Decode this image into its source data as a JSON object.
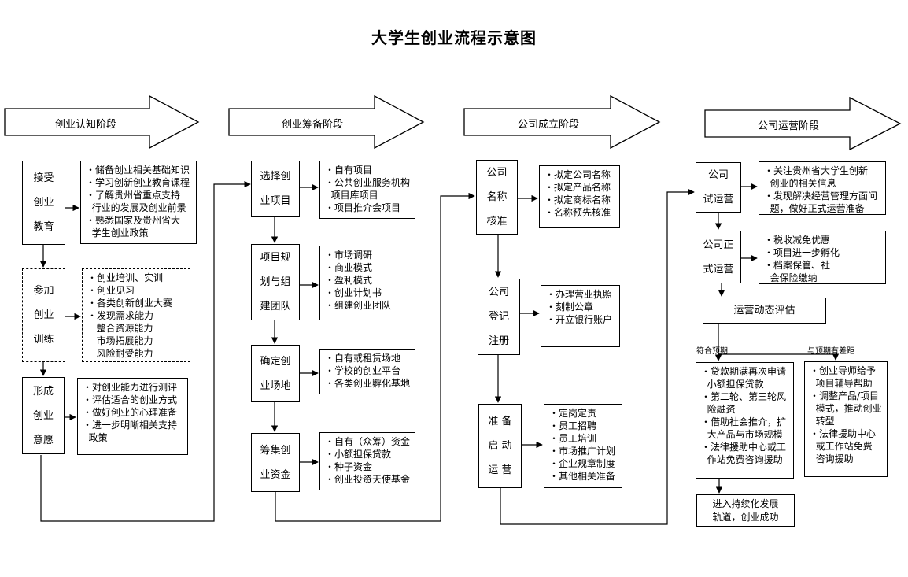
{
  "title": "大学生创业流程示意图",
  "stages": [
    {
      "label": "创业认知阶段"
    },
    {
      "label": "创业筹备阶段"
    },
    {
      "label": "公司成立阶段"
    },
    {
      "label": "公司运营阶段"
    }
  ],
  "col1": {
    "step1": {
      "label": "接受\n创业\n教育",
      "items": [
        "・储备创业相关基础知识",
        "・学习创新创业教育课程",
        "・了解贵州省重点支持",
        "  行业的发展及创业前景",
        "・熟悉国家及贵州省大",
        "  学生创业政策"
      ]
    },
    "step2": {
      "label": "参加\n创业\n训练",
      "items": [
        "・创业培训、实训",
        "・创业见习",
        "・各类创新创业大赛",
        "・发现需求能力",
        "   整合资源能力",
        "   市场拓展能力",
        "   风险耐受能力"
      ]
    },
    "step3": {
      "label": "形成\n创业\n意愿",
      "items": [
        "・对创业能力进行测评",
        "・评估适合的创业方式",
        "・做好创业的心理准备",
        "・进一步明晰相关支持",
        "  政策"
      ]
    }
  },
  "col2": {
    "step1": {
      "label": "选择创\n业项目",
      "items": [
        "・自有项目",
        "・公共创业服务机构",
        "  项目库项目",
        "・项目推介会项目"
      ]
    },
    "step2": {
      "label": "项目规\n划与组\n建团队",
      "items": [
        "・市场调研",
        "・商业模式",
        "・盈利模式",
        "・创业计划书",
        "・组建创业团队"
      ]
    },
    "step3": {
      "label": "确定创\n业场地",
      "items": [
        "・自有或租赁场地",
        "・学校的创业平台",
        "・各类创业孵化基地"
      ]
    },
    "step4": {
      "label": "筹集创\n业资金",
      "items": [
        "・自有（众筹）资金",
        "・小额担保贷款",
        "・种子资金",
        "・创业投资天使基金"
      ]
    }
  },
  "col3": {
    "step1": {
      "label": "公司\n名称\n核准",
      "items": [
        "・拟定公司名称",
        "・拟定产品名称",
        "・拟定商标名称",
        "・名称预先核准"
      ]
    },
    "step2": {
      "label": "公司\n登记\n注册",
      "items": [
        "・办理营业执照",
        "・刻制公章",
        "・开立银行账户"
      ]
    },
    "step3": {
      "label": "准  备\n启  动\n运  营",
      "items": [
        "・定岗定责",
        "・员工招聘",
        "・员工培训",
        "・市场推广计划",
        "・企业规章制度",
        "・其他相关准备"
      ]
    }
  },
  "col4": {
    "step1": {
      "label": "公司\n试运营",
      "items": [
        "・关注贵州省大学生创新",
        "  创业的相关信息",
        "・发现解决经营管理方面问",
        "  题，做好正式运营准备"
      ]
    },
    "step2": {
      "label": "公司正\n式运营",
      "items": [
        "・税收减免优惠",
        "・项目进一步孵化",
        "・档案保管、社",
        "  会保险缴纳"
      ]
    },
    "evaluation": {
      "label": "运营动态评估"
    },
    "branch_match": {
      "label": "符合预期",
      "items": [
        "・贷款期满再次申请",
        "  小额担保贷款",
        "・第二轮、第三轮风",
        "  险融资",
        "・借助社会推介，扩",
        "  大产品与市场规模",
        "・法律援助中心或工",
        "  作站免费咨询援助"
      ]
    },
    "branch_mismatch": {
      "label": "与预期有差距",
      "items": [
        "・创业导师给予",
        "  项目辅导帮助",
        "・调整产品/项目",
        "  模式，推动创业",
        "  转型",
        "・法律援助中心",
        "  或工作站免费",
        "  咨询援助"
      ]
    },
    "outcome": {
      "label": "进入持续化发展\n轨道，创业成功"
    }
  }
}
